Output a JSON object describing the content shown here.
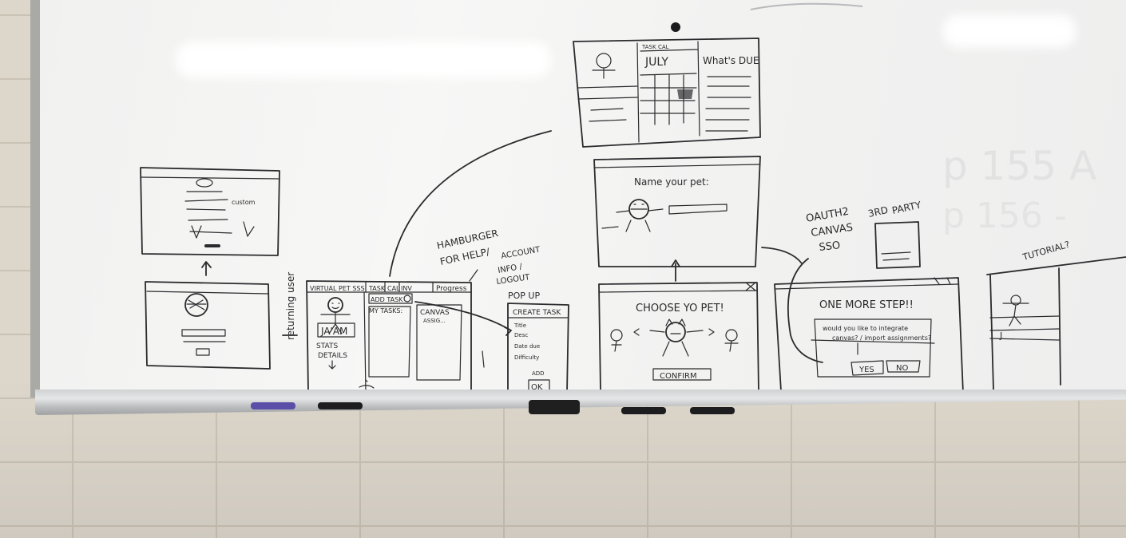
{
  "board": {
    "returning_user_note": "returning user",
    "hamburger_note": [
      "HAMBURGER",
      "FOR HELP/",
      "ACCOUNT",
      "INFO /",
      "LOGOUT"
    ],
    "popup_note": "POP UP",
    "oauth_note": [
      "OAUTH2",
      "CANVAS",
      "SSO"
    ],
    "third_party_note": [
      "3RD",
      "PARTY"
    ],
    "tutorial_note": "TUTORIAL?",
    "ghost_text": [
      "p 155 A",
      "p 156 -"
    ]
  },
  "login_sketch": {
    "custom_label": "custom"
  },
  "dashboard_sketch": {
    "tabs": [
      "VIRTUAL PET SSS",
      "TASK",
      "CAL",
      "INV",
      "Progress"
    ],
    "add_task": "ADD TASK",
    "my_tasks": "MY TASKS:",
    "canvas_column": "CANVAS",
    "canvas_assignments": "ASSIG...",
    "pet_name": "JA'AM",
    "stats_details": [
      "STATS",
      "DETAILS"
    ]
  },
  "popup_sketch": {
    "title": "CREATE TASK",
    "fields": [
      "Title",
      "Desc",
      "Date due",
      "Difficulty"
    ],
    "add_label": "ADD",
    "ok_button": "OK"
  },
  "calendar_sketch": {
    "tabs": [
      "TASK",
      "CAL"
    ],
    "month": "JULY",
    "whats_due": "What's DUE"
  },
  "name_pet_sketch": {
    "prompt": "Name your pet:"
  },
  "choose_pet_sketch": {
    "title": "CHOOSE YO PET!",
    "confirm_button": "CONFIRM"
  },
  "one_more_step_sketch": {
    "title": "ONE MORE STEP!!",
    "question": "would you like to integrate",
    "question_line2": "canvas? / import assignments?",
    "yes_button": "YES",
    "no_button": "NO"
  },
  "tutorial_sketch": {
    "letter": "J"
  },
  "tray": {
    "colors": {
      "purple_marker": "#5b4ea8",
      "black_marker": "#1d1d1f"
    }
  }
}
